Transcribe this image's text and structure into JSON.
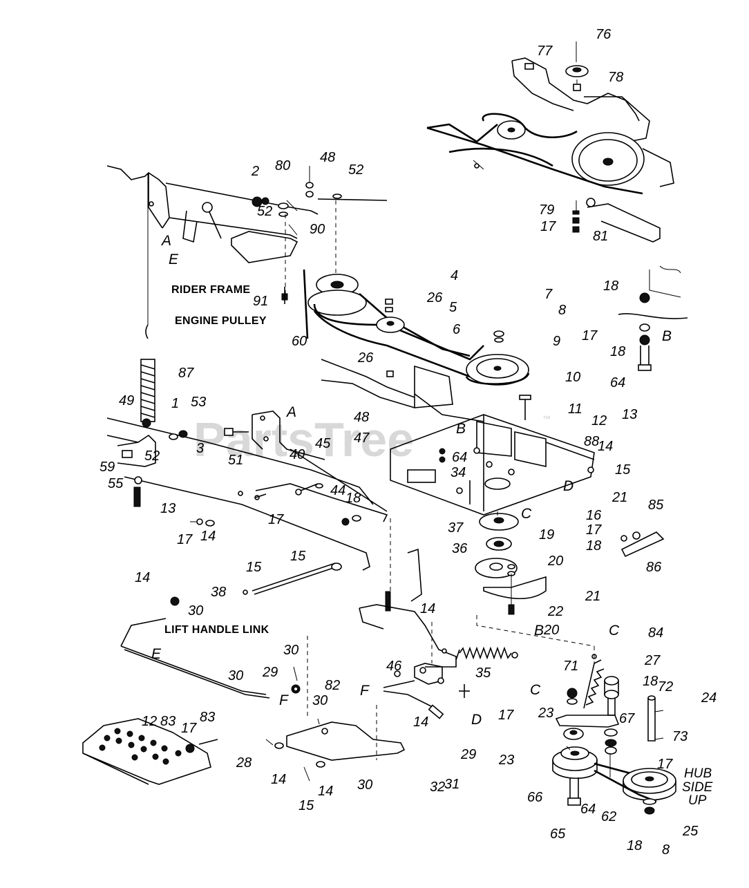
{
  "watermark": {
    "text": "PartsTree",
    "trademark": "™"
  },
  "captions": {
    "rider_frame": "RIDER FRAME",
    "engine_pulley": "ENGINE PULLEY",
    "lift_handle_link": "LIFT HANDLE LINK",
    "hub_side_up": [
      "HUB",
      "SIDE",
      "UP"
    ]
  },
  "callouts": [
    "76",
    "77",
    "78",
    "79",
    "17",
    "81",
    "2",
    "80",
    "52",
    "48",
    "52",
    "90",
    "91",
    "4",
    "26",
    "5",
    "6",
    "7",
    "8",
    "9",
    "60",
    "18",
    "17",
    "18",
    "64",
    "26",
    "10",
    "11",
    "12",
    "13",
    "14",
    "15",
    "88",
    "48",
    "47",
    "64",
    "34",
    "37",
    "16",
    "17",
    "18",
    "36",
    "19",
    "20",
    "21",
    "22",
    "20",
    "21",
    "85",
    "86",
    "87",
    "49",
    "1",
    "53",
    "3",
    "59",
    "55",
    "52",
    "13",
    "51",
    "40",
    "45",
    "17",
    "44",
    "18",
    "17",
    "14",
    "15",
    "15",
    "38",
    "14",
    "30",
    "14",
    "35",
    "46",
    "30",
    "29",
    "30",
    "82",
    "30",
    "14",
    "32",
    "31",
    "29",
    "28",
    "14",
    "15",
    "14",
    "30",
    "12",
    "83",
    "17",
    "83",
    "84",
    "27",
    "71",
    "18",
    "72",
    "24",
    "23",
    "17",
    "67",
    "73",
    "17",
    "23",
    "66",
    "65",
    "64",
    "62",
    "18",
    "25",
    "8",
    "7"
  ],
  "reference_letters": [
    "A",
    "E",
    "A",
    "B",
    "B",
    "C",
    "D",
    "C",
    "E",
    "F",
    "F",
    "D",
    "C",
    "B"
  ]
}
